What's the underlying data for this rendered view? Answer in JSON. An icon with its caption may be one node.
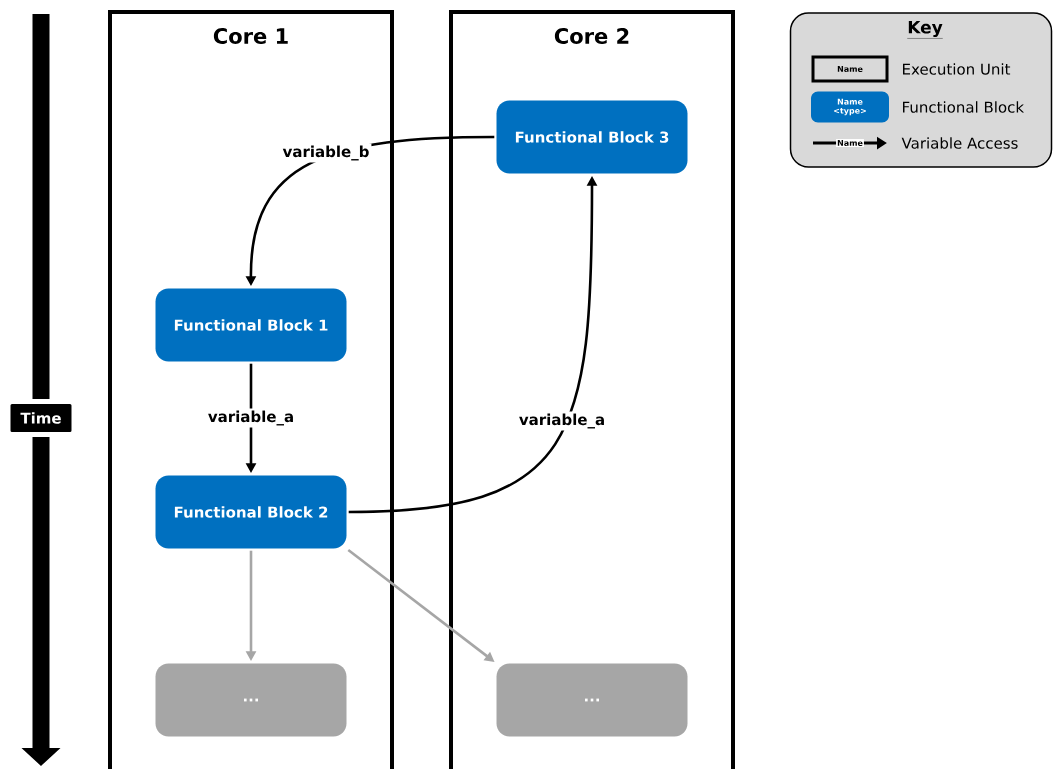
{
  "diagram": {
    "nodes": [
      {
        "text": [
          "Core 1"
        ]
      },
      {
        "text": [
          "Core 2"
        ]
      },
      {
        "text": [
          "Functional Block 1"
        ],
        "in": 0
      },
      {
        "text": [
          "Functional Block 2"
        ],
        "in": 0
      },
      {
        "text": [
          "Functional Block 3"
        ],
        "in": 1
      },
      {
        "text": [
          "..."
        ],
        "in": 0
      },
      {
        "text": [
          "..."
        ],
        "in": 1
      },
      {
        "text": [
          "Key"
        ]
      }
    ],
    "edges": [
      {
        "from": 4,
        "to": 2,
        "arrow": "to",
        "label": "variable_b"
      },
      {
        "from": 2,
        "to": 3,
        "arrow": "to",
        "label": "variable_a"
      },
      {
        "from": 3,
        "to": 4,
        "arrow": "to",
        "label": "variable_a"
      },
      {
        "from": 3,
        "to": 5,
        "arrow": "to",
        "color": "#a6a6a6"
      },
      {
        "from": 3,
        "to": 6,
        "arrow": "to",
        "color": "#a6a6a6"
      }
    ],
    "labels": [
      "Time",
      "Name",
      "Name <type>",
      "Name"
    ],
    "legend": [
      {
        "text": "Execution Unit"
      },
      {
        "text": "Functional Block",
        "color": "#0070c0"
      },
      {
        "text": "Variable Access"
      }
    ]
  }
}
